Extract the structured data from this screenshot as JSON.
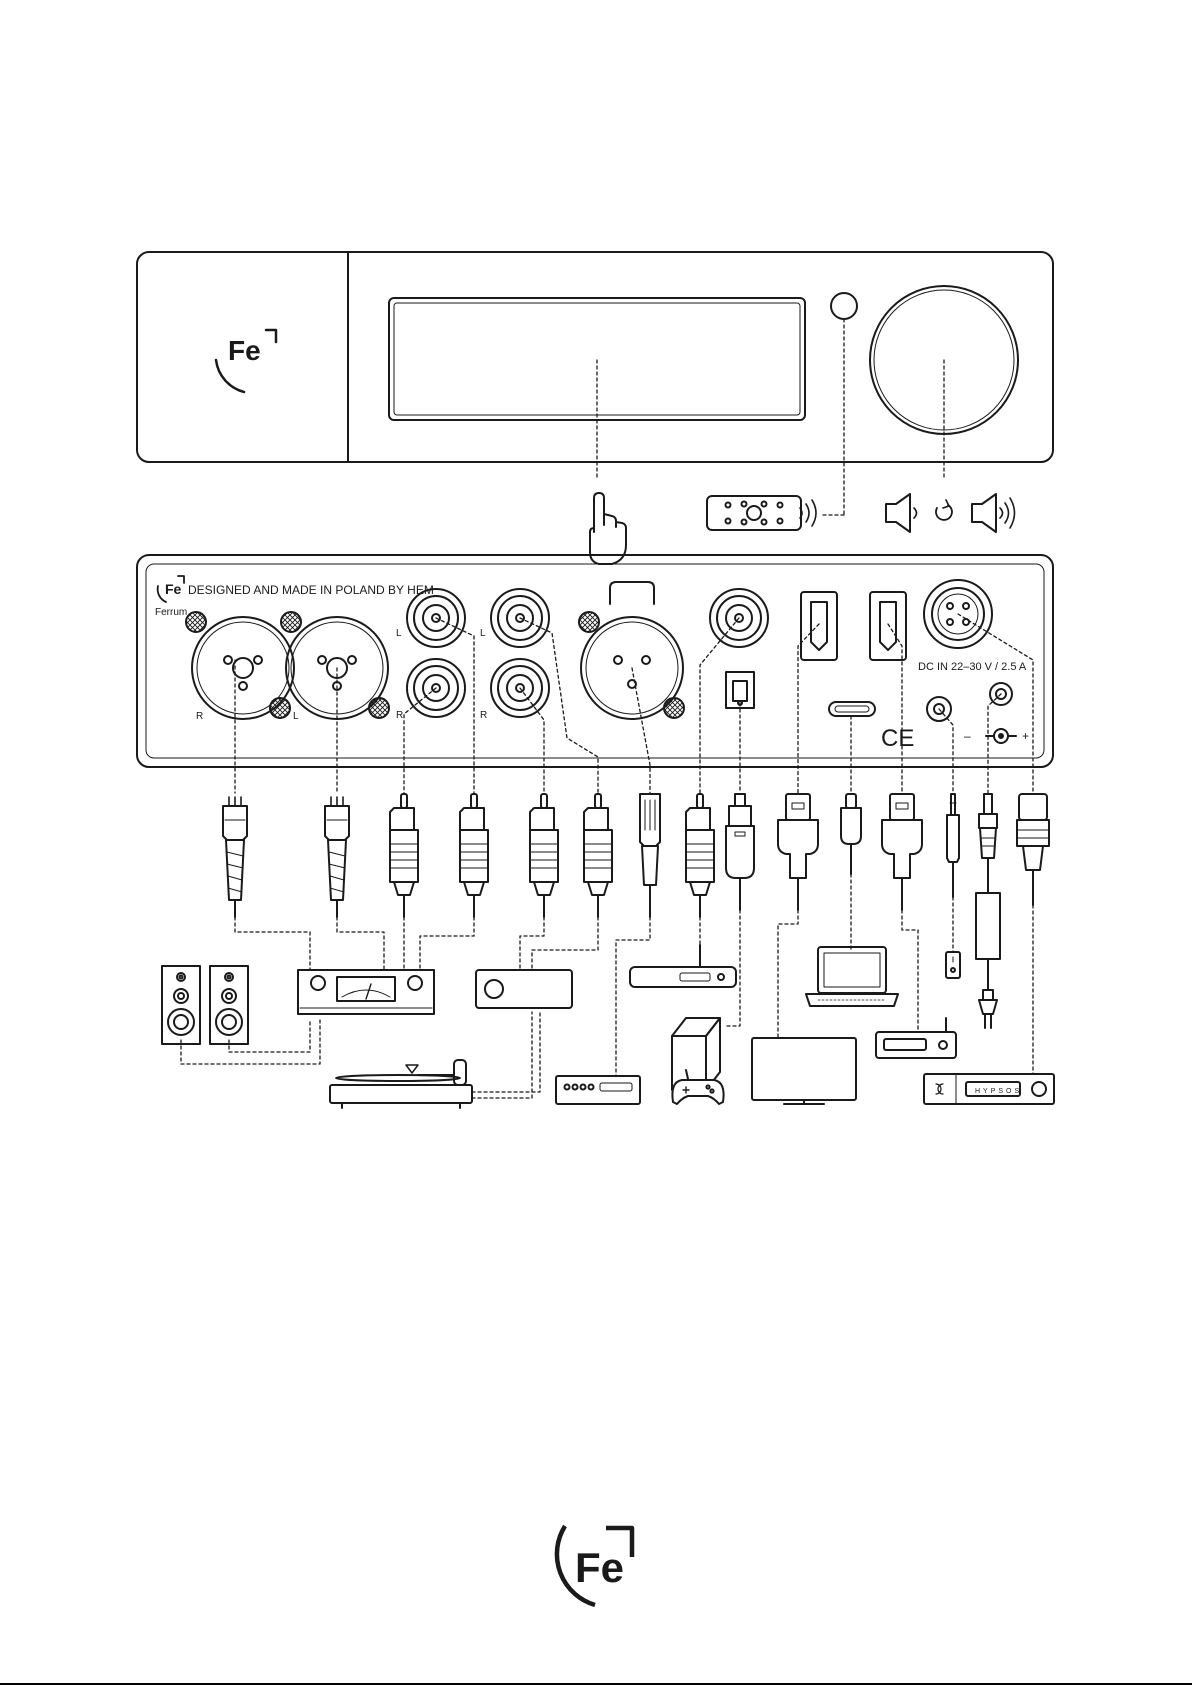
{
  "brand": {
    "logo_text": "Fe",
    "name": "Ferrum",
    "made_in": "DESIGNED AND MADE IN POLAND BY HEM"
  },
  "rear_panel": {
    "channel_labels": {
      "left": "L",
      "right": "R"
    },
    "power_rating": "DC IN 22–30 V / 2.5 A",
    "polarity_minus": "–",
    "polarity_plus": "+",
    "ce_mark": "CE"
  },
  "front_panel": {
    "icons": [
      "touch-hand-icon",
      "remote-control-icon",
      "volume-down-icon",
      "rotate-icon",
      "volume-up-icon"
    ]
  },
  "devices": {
    "power_supply_label": "HYPSOS"
  },
  "colors": {
    "line": "#1a1a1a",
    "background": "#ffffff"
  }
}
